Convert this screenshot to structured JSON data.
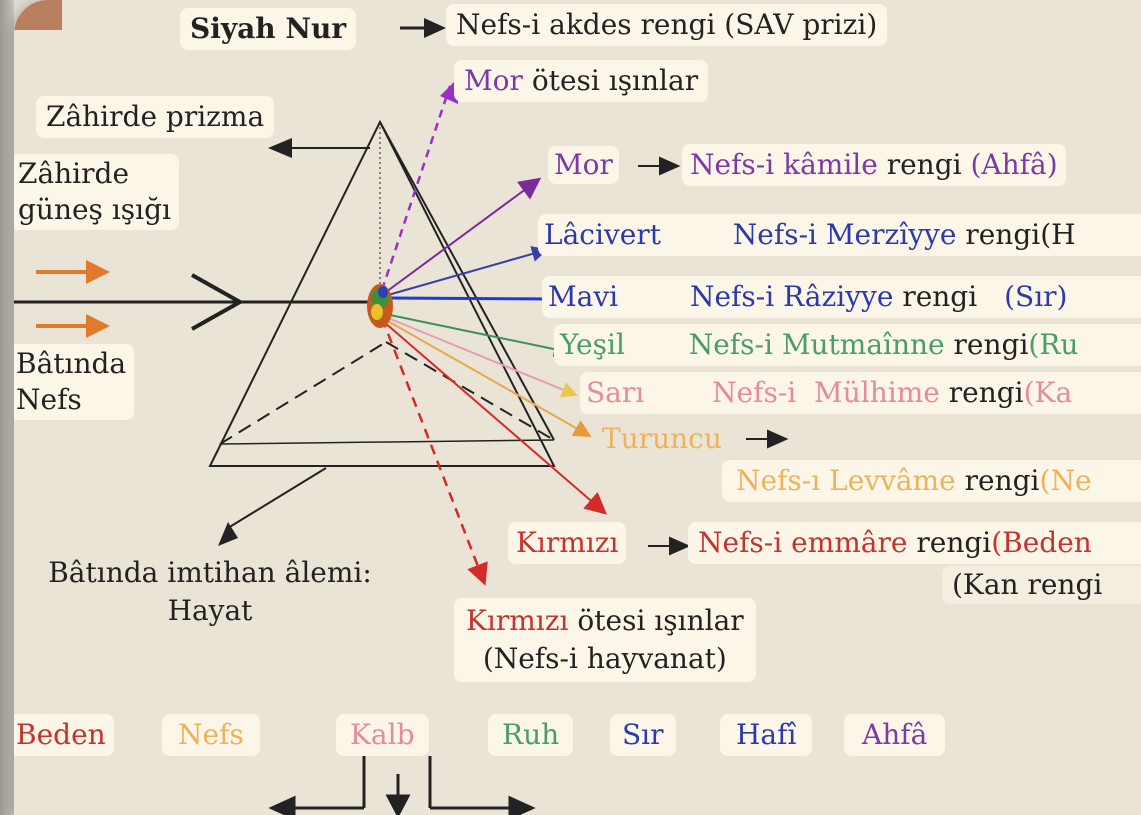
{
  "colors": {
    "purple": "#7c3aa5",
    "indigo": "#3a3fa8",
    "blue": "#2038d6",
    "green": "#4a9d6a",
    "yellow": "#e8c84a",
    "orange": "#e89a3a",
    "red": "#d43030",
    "dark": "#222222"
  },
  "top": {
    "siyah_nur": "Siyah Nur",
    "siyah_nur_desc": "Nefs-i akdes rengi (SAV prizi)",
    "mor_otesi": "Mor",
    "mor_otesi_rest": "ötesi ışınlar"
  },
  "left": {
    "zahirde_prizma": "Zâhirde prizma",
    "zahirde_gunes_1": "Zâhirde",
    "zahirde_gunes_2": "güneş ışığı",
    "batinda_nefs_1": "Bâtında",
    "batinda_nefs_2": "Nefs",
    "batinda_imtihan_1": "Bâtında imtihan âlemi:",
    "batinda_imtihan_2": "Hayat"
  },
  "spectrum": [
    {
      "color": "Mor",
      "nefs": "Nefs-i kâmile",
      "rengi": "rengi",
      "paren": "(Ahfâ)"
    },
    {
      "color": "Lâcivert",
      "nefs": "Nefs-i Merzîyye",
      "rengi": "rengi",
      "paren": "(H"
    },
    {
      "color": "Mavi",
      "nefs": "Nefs-i Râziyye",
      "rengi": "rengi",
      "paren": "(Sır)"
    },
    {
      "color": "Yeşil",
      "nefs": "Nefs-i Mutmaînne",
      "rengi": "rengi",
      "paren": "(Ru"
    },
    {
      "color": "Sarı",
      "nefs": "Nefs-i  Mülhime",
      "rengi": "rengi",
      "paren": "(Ka"
    },
    {
      "color": "Turuncu",
      "nefs": "Nefs-ı Levvâme",
      "rengi": "rengi",
      "paren": "(Ne"
    },
    {
      "color": "Kırmızı",
      "nefs": "Nefs-i emmâre",
      "rengi": "rengi",
      "paren": "(Beden"
    }
  ],
  "kan_rengi": "(Kan rengi",
  "kirmizi_otesi": {
    "word": "Kırmızı",
    "rest": "ötesi ışınlar",
    "line2": "(Nefs-i hayvanat)"
  },
  "bottom_labels": [
    "Beden",
    "Nefs",
    "Kalb",
    "Ruh",
    "Sır",
    "Hafî",
    "Ahfâ"
  ]
}
